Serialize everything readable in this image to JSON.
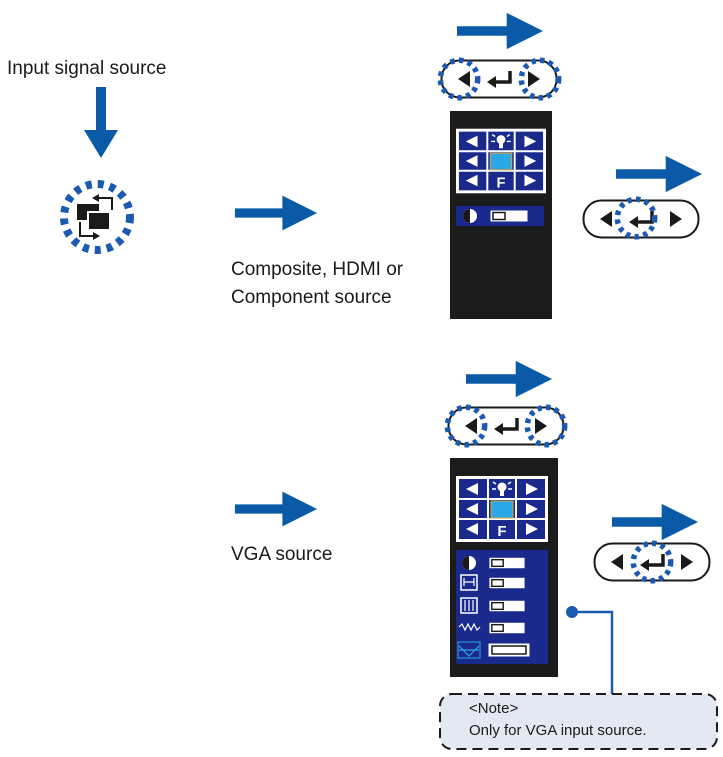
{
  "labels": {
    "input_signal_source": "Input signal source",
    "composite_line1": "Composite, HDMI or",
    "composite_line2": "Component source",
    "vga_source": "VGA source"
  },
  "note": {
    "title": "<Note>",
    "body": "Only for VGA input source."
  },
  "colors": {
    "arrow_blue": "#0a5aa8",
    "panel_black": "#1b1b1b",
    "menu_navy": "#1a2a8c",
    "highlight_cyan": "#2aa8e8",
    "dot_blue": "#1a5ab0",
    "note_fill": "#e4e8f2"
  },
  "icons": {
    "input_button": "input-source-icon",
    "nav_keys": "left-enter-right-icon",
    "contrast": "contrast-icon",
    "h_size": "horizontal-size-icon",
    "v_size": "vertical-size-icon",
    "phase": "phase-icon",
    "clock": "clock-icon"
  }
}
